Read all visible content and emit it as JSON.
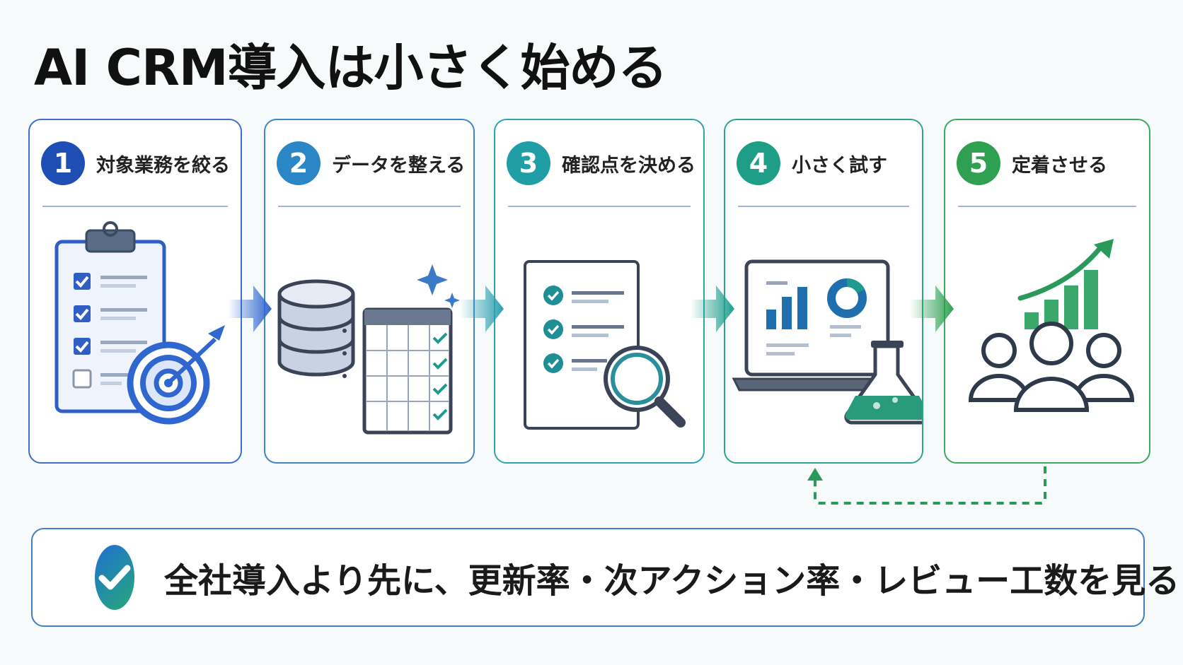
{
  "title": "AI CRM導入は小さく始める",
  "steps": [
    {
      "number": "1",
      "label": "対象業務を絞る",
      "color": "#1f4fb5",
      "icon": "clipboard-target-icon"
    },
    {
      "number": "2",
      "label": "データを整える",
      "color": "#2a86c4",
      "icon": "database-table-icon"
    },
    {
      "number": "3",
      "label": "確認点を決める",
      "color": "#1f9fa5",
      "icon": "checklist-magnifier-icon"
    },
    {
      "number": "4",
      "label": "小さく試す",
      "color": "#1e9e86",
      "icon": "laptop-flask-icon"
    },
    {
      "number": "5",
      "label": "定着させる",
      "color": "#2fa052",
      "icon": "team-growth-icon"
    }
  ],
  "banner": {
    "text": "全社導入より先に、更新率・次アクション率・レビュー工数を見る",
    "icon": "check-circle-icon"
  },
  "colors": {
    "blue": "#1f4fb5",
    "teal": "#1f9fa5",
    "green": "#2fa052",
    "loop_arrow": "#2a9a5a"
  }
}
